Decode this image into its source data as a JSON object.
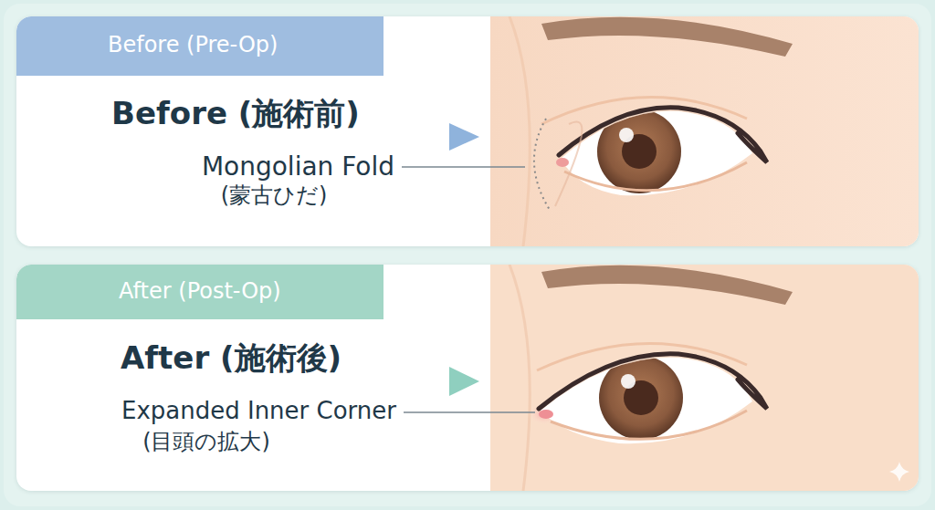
{
  "diagram": {
    "nodes": [
      {
        "text": [
          "Before (施術前)"
        ]
      },
      {
        "text": [
          "Before (Pre-Op)"
        ],
        "in": 0
      },
      {
        "text": [
          "After (施術後)"
        ]
      },
      {
        "text": [
          "After (Post-Op)"
        ],
        "in": 2
      }
    ],
    "labels": [
      "Mongolian Fold",
      "(蒙古ひだ)",
      "Expanded Inner Corner",
      "(目頭の拡大)"
    ]
  }
}
